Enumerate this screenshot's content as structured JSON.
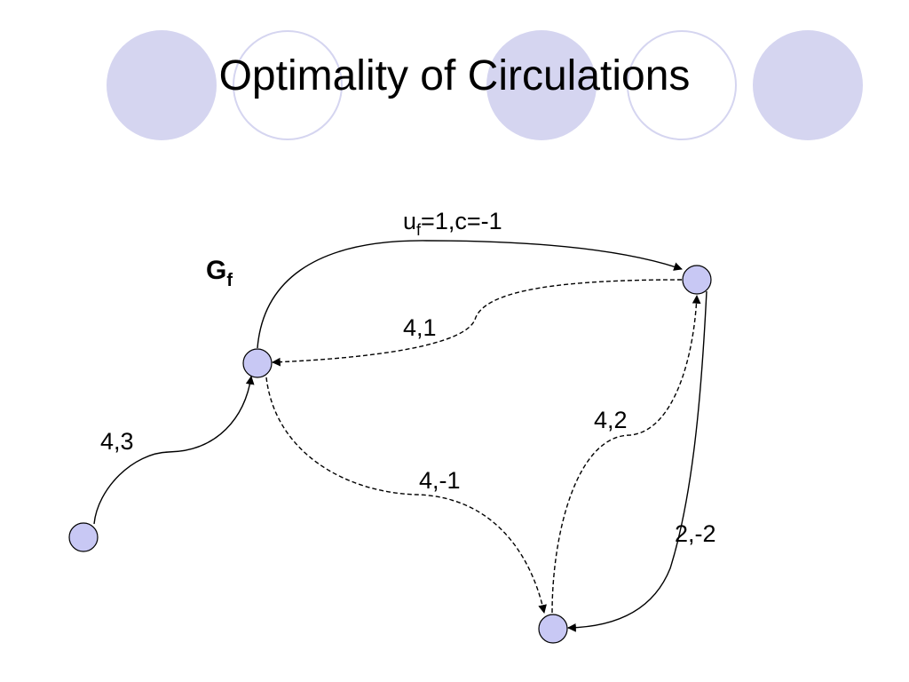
{
  "slide": {
    "title": "Optimality of Circulations",
    "accent_fill": "#d5d5f0",
    "node_fill": "#c8c8f4"
  },
  "graph": {
    "name_main": "G",
    "name_sub": "f",
    "nodes": [
      "n1",
      "n2",
      "n3",
      "n4"
    ],
    "edges": [
      {
        "id": "e1",
        "from": "n1",
        "to": "n2",
        "style": "solid",
        "label_main": "u",
        "label_sub": "f",
        "label_rest": "=1,c=-1"
      },
      {
        "id": "e2",
        "from": "n2",
        "to": "n1",
        "style": "dashed",
        "label": "4,1"
      },
      {
        "id": "e3",
        "from": "n4",
        "to": "n1",
        "style": "solid",
        "label": "4,3"
      },
      {
        "id": "e4",
        "from": "n1",
        "to": "n3",
        "style": "dashed",
        "label": "4,-1"
      },
      {
        "id": "e5",
        "from": "n3",
        "to": "n2",
        "style": "dashed",
        "label": "4,2"
      },
      {
        "id": "e6",
        "from": "n2",
        "to": "n3",
        "style": "solid",
        "label": "2,-2"
      }
    ]
  }
}
